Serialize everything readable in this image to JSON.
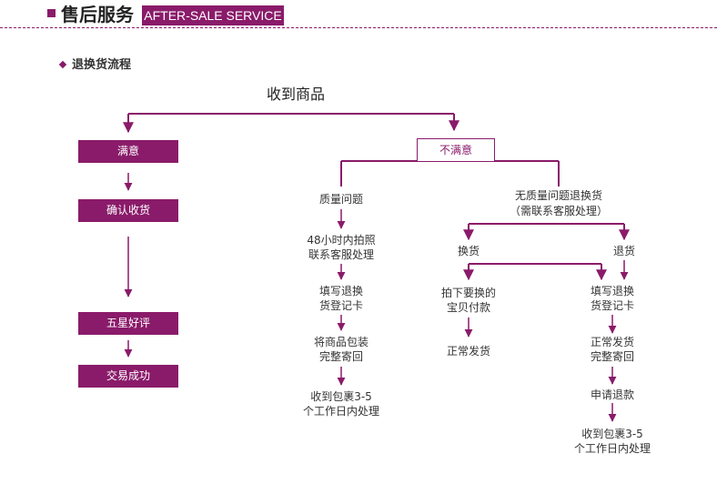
{
  "header": {
    "title": "售后服务",
    "badge": "AFTER-SALE SERVICE"
  },
  "section": {
    "title": "退换货流程"
  },
  "flow": {
    "root": "收到商品",
    "satisfied": {
      "label": "满意",
      "steps": [
        "确认收货",
        "五星好评",
        "交易成功"
      ]
    },
    "unsatisfied": {
      "label": "不满意",
      "quality": {
        "label": "质量问题",
        "steps": [
          "48小时内拍照",
          "联系客服处理",
          "填写退换",
          "货登记卡",
          "将商品包装",
          "完整寄回",
          "收到包裹3-5",
          "个工作日内处理"
        ]
      },
      "non_quality": {
        "label_line1": "无质量问题退换货",
        "label_line2": "（需联系客服处理）",
        "exchange": {
          "label": "换货",
          "steps": [
            "拍下要换的",
            "宝贝付款",
            "正常发货"
          ]
        },
        "return": {
          "label": "退货",
          "steps": [
            "填写退换",
            "货登记卡",
            "正常发货",
            "完整寄回",
            "申请退款",
            "收到包裹3-5",
            "个工作日内处理"
          ]
        }
      }
    }
  },
  "colors": {
    "accent": "#8a1b6a"
  }
}
